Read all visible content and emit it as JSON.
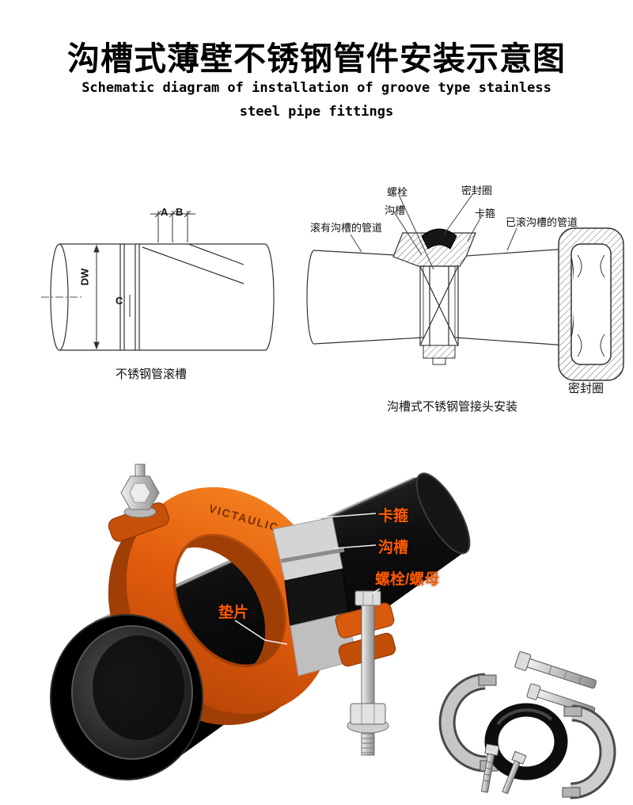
{
  "page": {
    "title": "沟槽式薄壁不锈钢管件安装示意图",
    "subtitle_line1": "Schematic diagram of installation of groove type stainless",
    "subtitle_line2": "steel pipe fittings"
  },
  "groove_drawing": {
    "dim_a": "A",
    "dim_b": "B",
    "dim_dw": "DW",
    "dim_c": "C",
    "caption": "不锈钢管滚槽"
  },
  "joint_drawing": {
    "label_bolt": "螺栓",
    "label_seal_ring": "密封圈",
    "label_groove": "沟槽",
    "label_clamp": "卡箍",
    "label_pipe_left": "滚有沟槽的管道",
    "label_pipe_right": "已滚沟槽的管道",
    "caption": "沟槽式不锈钢管接头安装"
  },
  "gasket_drawing": {
    "caption": "密封圈"
  },
  "product_render": {
    "brand": "VICTAULIC",
    "label_clamp": "卡箍",
    "label_groove": "沟槽",
    "label_bolt_nut": "螺栓/螺母",
    "label_gasket": "垫片"
  },
  "colors": {
    "coupling_orange": "#e05a0c",
    "callout_orange": "#ff5a00",
    "line_color": "#333333"
  }
}
